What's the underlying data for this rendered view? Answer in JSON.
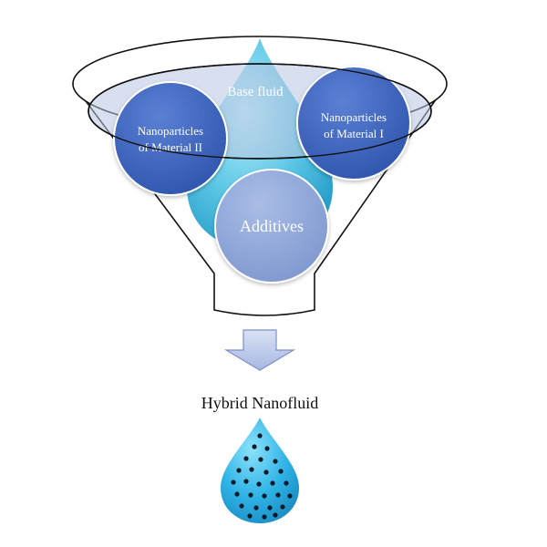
{
  "diagram": {
    "base_fluid_label": "Base fluid",
    "nano_material_two": [
      "Nanoparticles",
      "of Material II"
    ],
    "nano_material_one": [
      "Nanoparticles",
      "of Material I"
    ],
    "additives_label": "Additives",
    "result_label": "Hybrid Nanofluid"
  },
  "colors": {
    "funnel_stroke": "#111111",
    "funnel_rim_fill": "#b8c4e0",
    "water_drop": "#5ec8e6",
    "circle_dark": "#3f66c0",
    "circle_light": "#8fa8d8",
    "arrow_fill": "#b9c5e8",
    "arrow_stroke": "#7e8fc8",
    "result_drop": "#2fb3e6",
    "particle": "#0a1a2a"
  }
}
